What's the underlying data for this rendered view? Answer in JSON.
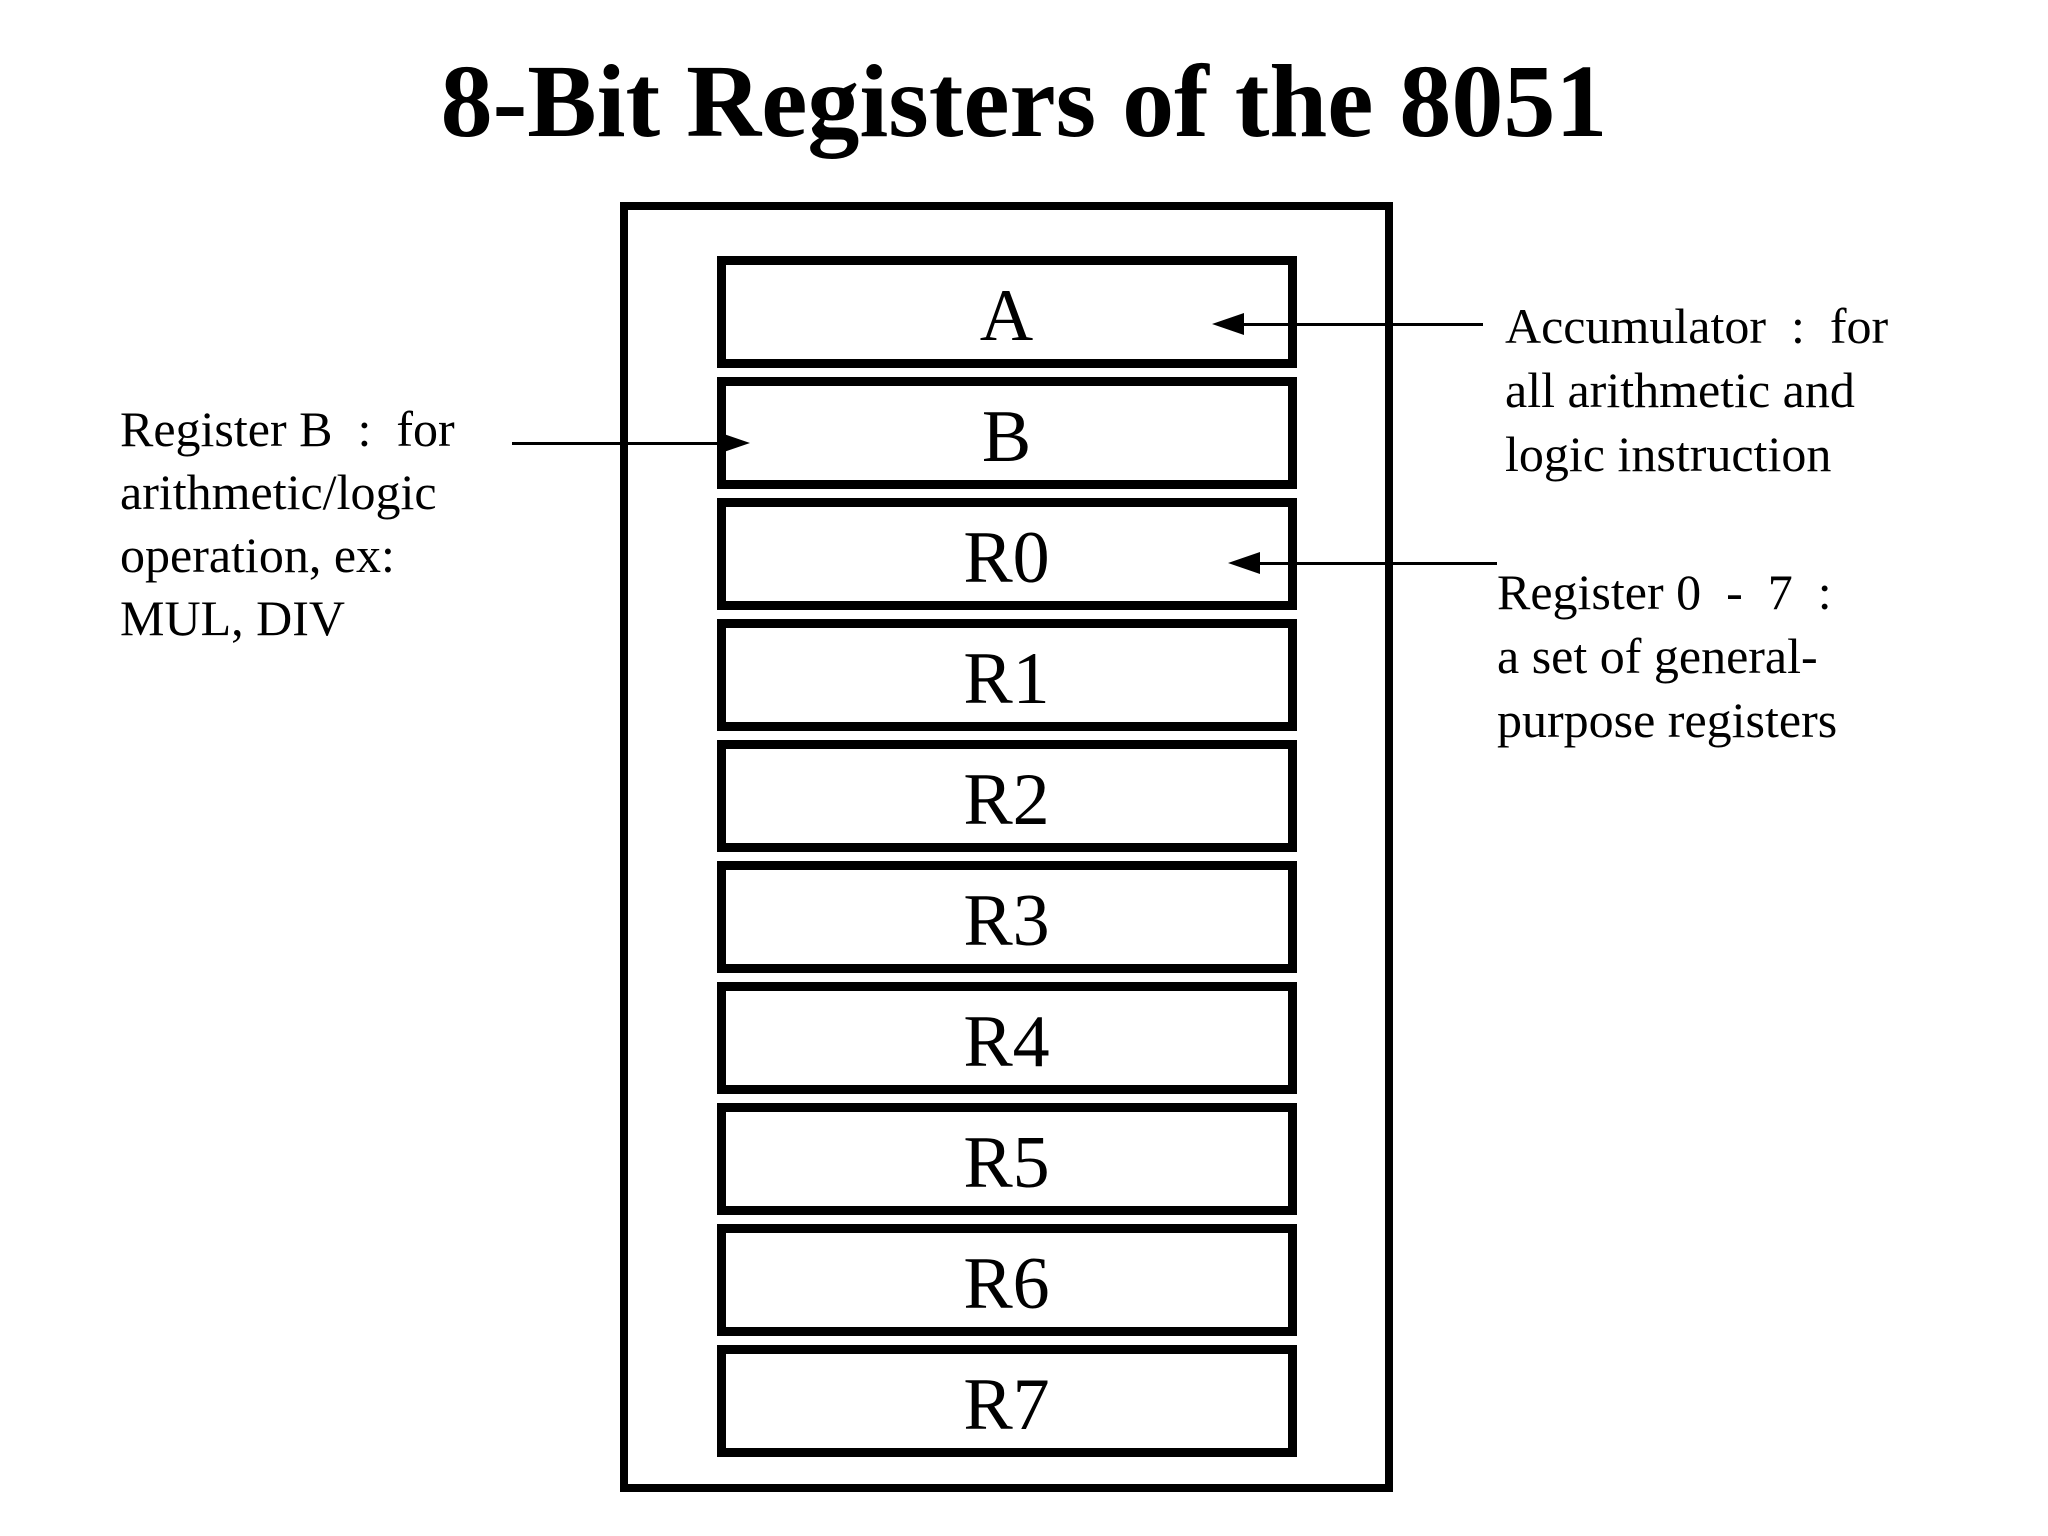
{
  "title": "8-Bit Registers of the 8051",
  "registers": [
    "A",
    "B",
    "R0",
    "R1",
    "R2",
    "R3",
    "R4",
    "R5",
    "R6",
    "R7"
  ],
  "annotations": {
    "register_b": {
      "lines": [
        "Register B  :  for",
        "arithmetic/logic",
        "operation, ex:",
        "MUL, DIV"
      ]
    },
    "accumulator": {
      "lines": [
        "Accumulator  :  for",
        "all arithmetic and",
        "logic instruction"
      ]
    },
    "register_0_7": {
      "lines": [
        "Register 0  -  7  :",
        "a set of general-",
        "purpose registers"
      ]
    }
  },
  "colors": {
    "ink": "#000000",
    "background": "#ffffff"
  }
}
